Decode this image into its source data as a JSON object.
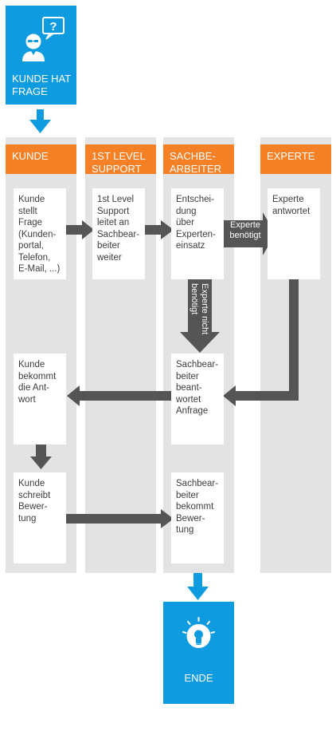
{
  "start": {
    "label": "KUNDE HAT\nFRAGE"
  },
  "end": {
    "label": "ENDE"
  },
  "lanes": [
    {
      "title": "KUNDE"
    },
    {
      "title": "1ST LEVEL\nSUPPORT"
    },
    {
      "title": "SACHBE-\nARBEITER"
    },
    {
      "title": "EXPERTE"
    }
  ],
  "steps": {
    "kunde_stellt_frage": "Kunde\nstellt\nFrage\n(Kunden-\nportal,\nTelefon,\nE-Mail, ...)",
    "first_level_leitet": "1st Level\nSupport\nleitet an\nSachbear-\nbeiter\nweiter",
    "entscheidung": "Entschei-\ndung\nüber\nExperten-\neinsatz",
    "experte_antwortet": "Experte\nantwortet",
    "sachbearbeiter_beantwortet": "Sachbear-\nbeiter\nbeant-\nwortet\nAnfrage",
    "kunde_bekommt_antwort": "Kunde\nbekommt\ndie Ant-\nwort",
    "kunde_schreibt_bewertung": "Kunde\nschreibt\nBewer-\ntung",
    "sachbearbeiter_bekommt_bewertung": "Sachbear-\nbeiter\nbekommt\nBewer-\ntung"
  },
  "arrow_labels": {
    "experte_benoetigt": "Experte\nbenötigt",
    "experte_nicht_benoetigt": "Experte nicht\nbenötigt"
  },
  "colors": {
    "lane_header": "#f58025",
    "start_end": "#0f9be0",
    "lane_bg": "#e3e3e3",
    "arrow": "#555555"
  },
  "icons": {
    "start": "customer-question-icon",
    "end": "lightbulb-icon"
  }
}
